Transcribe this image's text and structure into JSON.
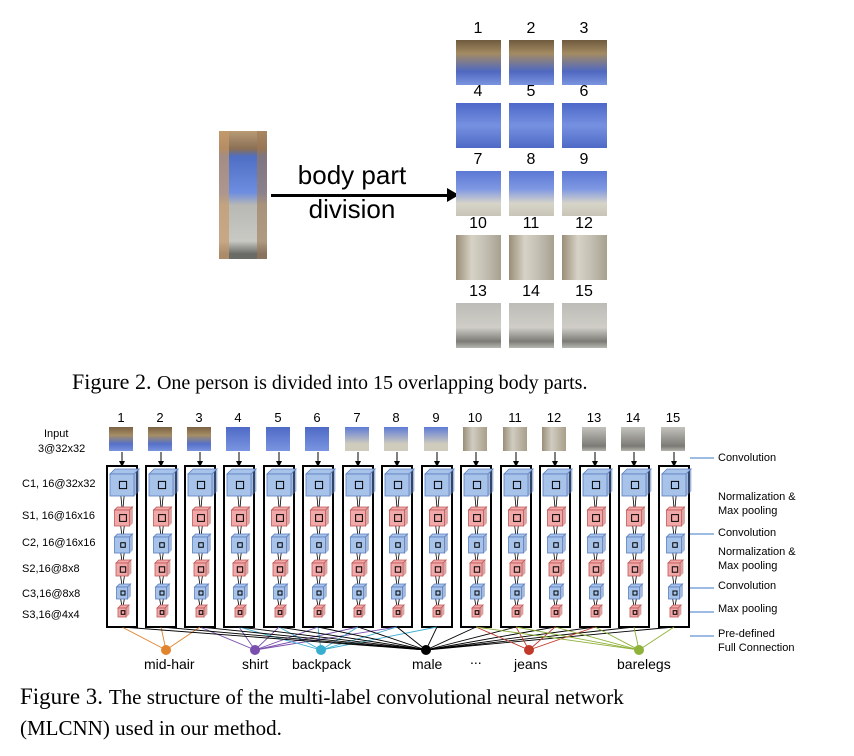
{
  "figure2": {
    "arrow_label_line1": "body part",
    "arrow_label_line2": "division",
    "part_numbers": [
      "1",
      "2",
      "3",
      "4",
      "5",
      "6",
      "7",
      "8",
      "9",
      "10",
      "11",
      "12",
      "13",
      "14",
      "15"
    ],
    "caption_prefix": "Figure 2.",
    "caption_text": "One person is divided into 15 overlapping body parts."
  },
  "figure3": {
    "column_numbers": [
      "1",
      "2",
      "3",
      "4",
      "5",
      "6",
      "7",
      "8",
      "9",
      "10",
      "11",
      "12",
      "13",
      "14",
      "15"
    ],
    "input_label_line1": "Input",
    "input_label_line2": "3@32x32",
    "layer_labels": [
      "C1, 16@32x32",
      "S1, 16@16x16",
      "C2, 16@16x16",
      "S2,16@8x8",
      "C3,16@8x8",
      "S3,16@4x4"
    ],
    "side_labels": {
      "convolution1": "Convolution",
      "normpool1_line1": "Normalization &",
      "normpool1_line2": "Max pooling",
      "convolution2": "Convolution",
      "normpool2_line1": "Normalization &",
      "normpool2_line2": "Max pooling",
      "convolution3": "Convolution",
      "maxpool": "Max pooling",
      "fullconn_line1": "Pre-defined",
      "fullconn_line2": "Full Connection"
    },
    "attributes": [
      {
        "label": "mid-hair",
        "color": "#e2832e"
      },
      {
        "label": "shirt",
        "color": "#7a4fae"
      },
      {
        "label": "backpack",
        "color": "#3aaed0"
      },
      {
        "label": "male",
        "color": "#000000"
      },
      {
        "label": "...",
        "color": "#000000"
      },
      {
        "label": "jeans",
        "color": "#c0392b"
      },
      {
        "label": "barelegs",
        "color": "#8fb23a"
      }
    ],
    "colors": {
      "conv_cube": "#a8c3ea",
      "conv_cube_edge": "#5a7fc0",
      "pool_cube": "#f0a8a8",
      "pool_cube_edge": "#c05858",
      "side_line": "#3a78c8"
    },
    "caption_prefix": "Figure 3.",
    "caption_line1": "The structure of the multi-label convolutional neural network",
    "caption_line2": "(MLCNN) used in our method."
  }
}
